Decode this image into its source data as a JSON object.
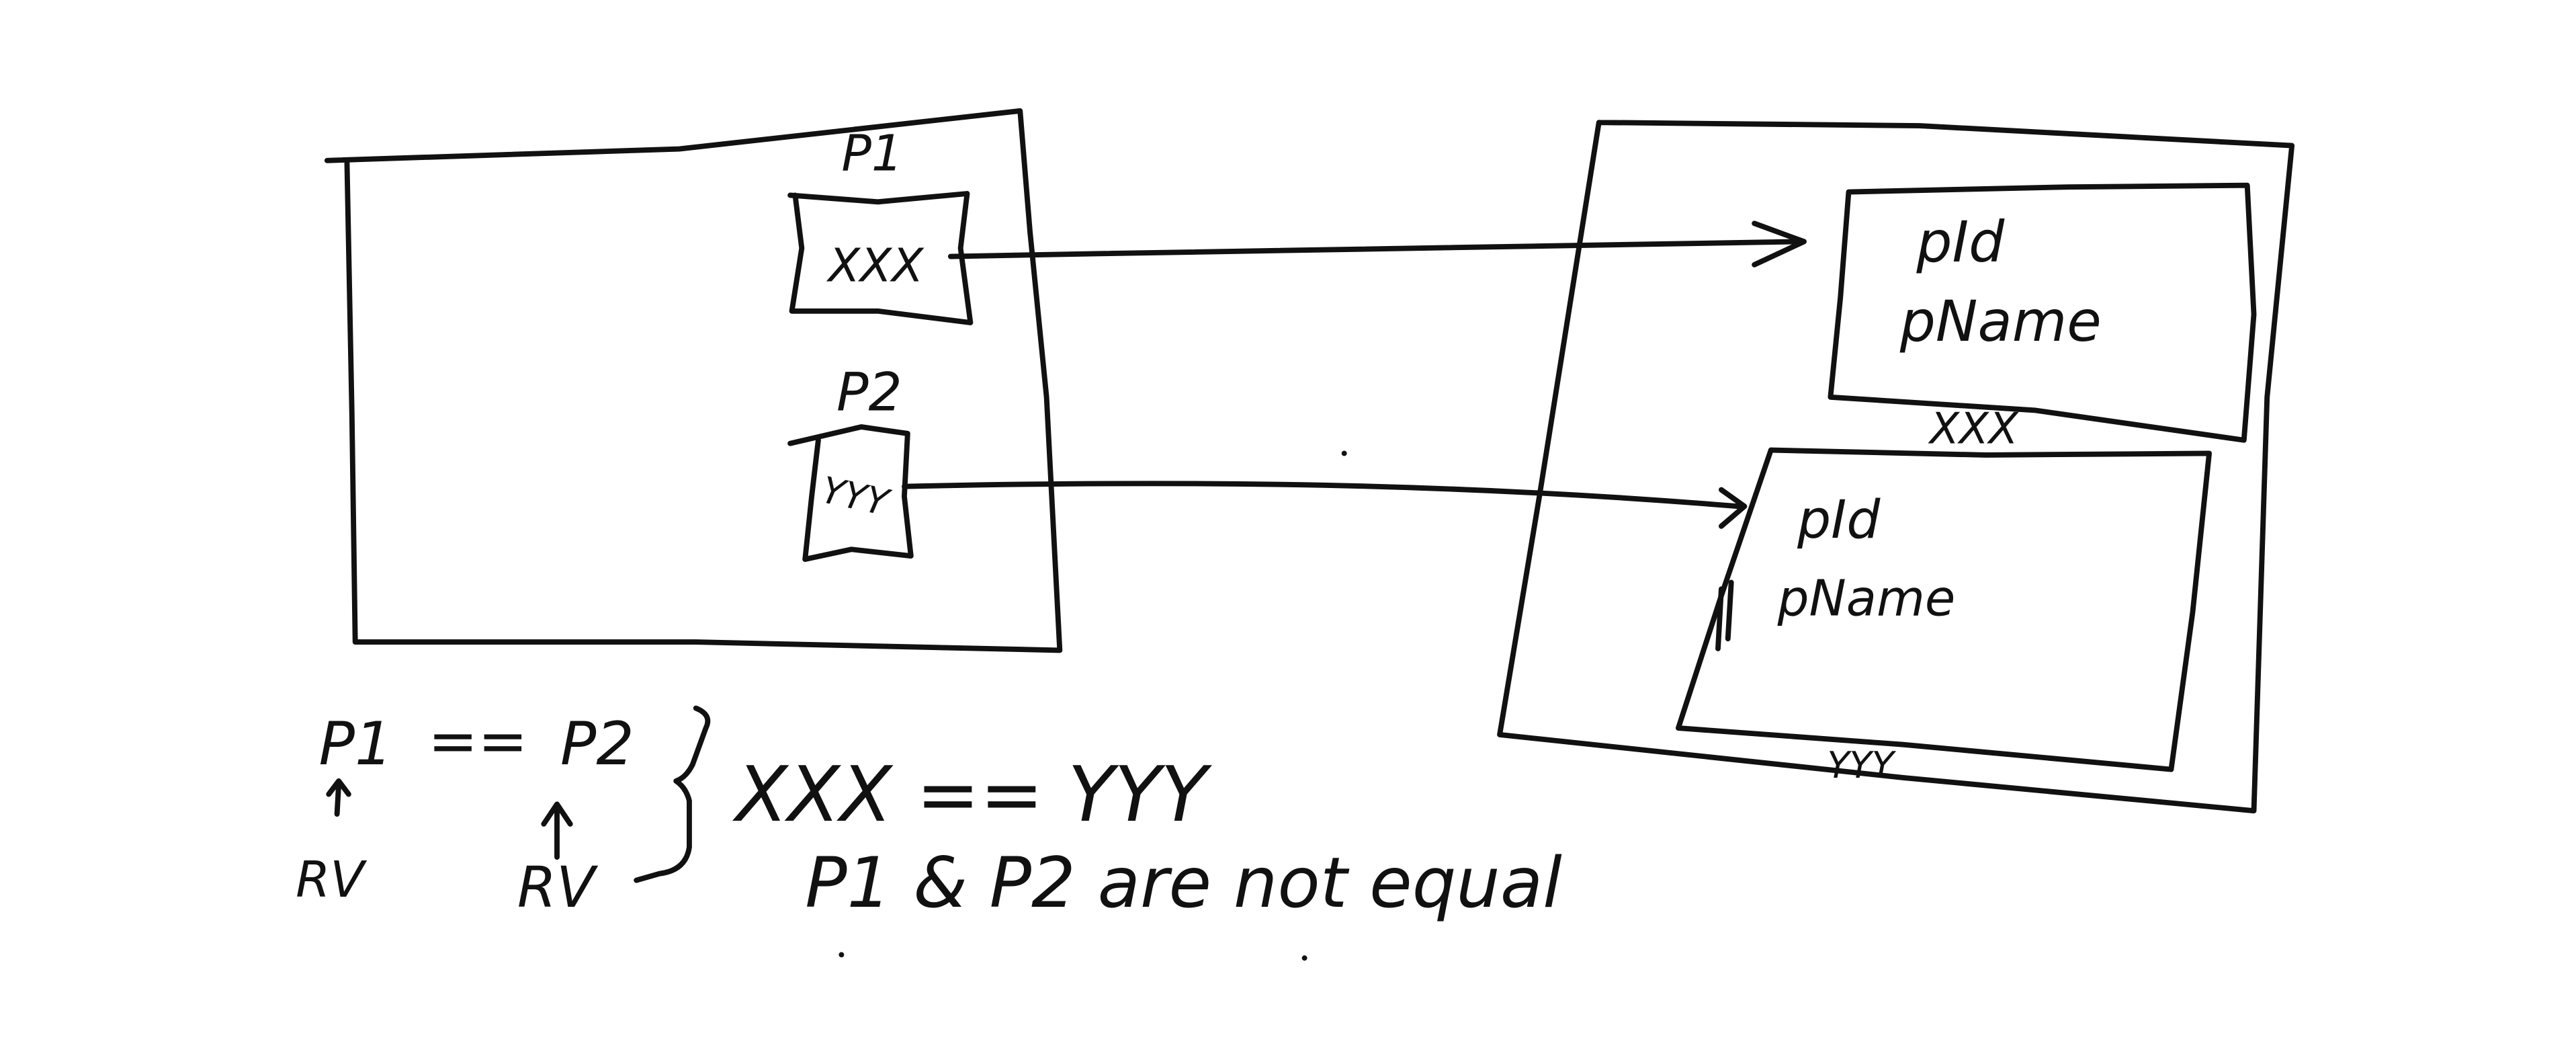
{
  "stack": {
    "p1_label": "P1",
    "p1_box_value": "XXX",
    "p2_label": "P2",
    "p2_box_value": "YYY"
  },
  "heap": {
    "object1": {
      "field1": "pId",
      "field2": "pName",
      "address": "XXX"
    },
    "object2": {
      "field1": "pId",
      "field2": "pName",
      "address": "YYY"
    }
  },
  "notes": {
    "comparison_left": "P1",
    "comparison_op": "==",
    "comparison_right": "P2",
    "rv_left": "RV",
    "rv_right": "RV",
    "address_compare": "XXX == YYY",
    "conclusion": "P1 & P2 are not equal"
  }
}
